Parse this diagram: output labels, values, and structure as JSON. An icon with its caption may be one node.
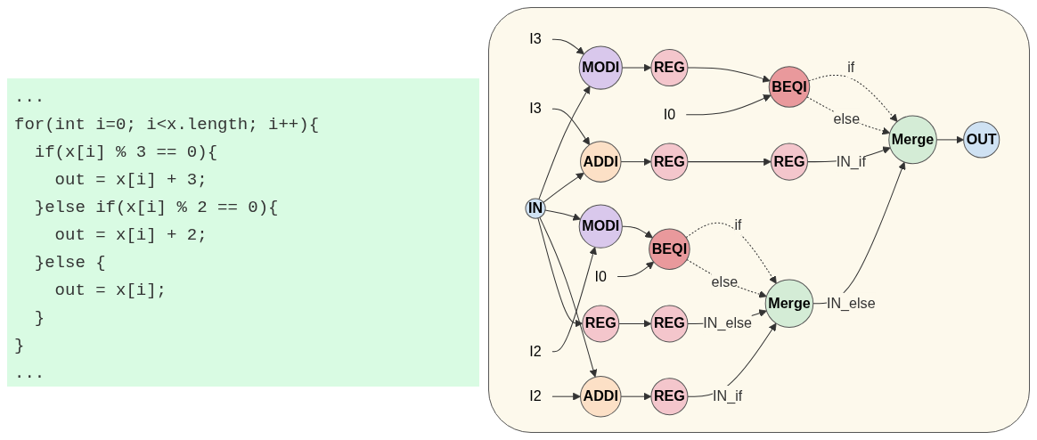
{
  "diagram": {
    "nodes": [
      {
        "text": [
          "IN"
        ]
      },
      {
        "text": [
          "I3"
        ]
      },
      {
        "text": [
          "MODI"
        ]
      },
      {
        "text": [
          "REG"
        ]
      },
      {
        "text": [
          "I0"
        ]
      },
      {
        "text": [
          "BEQI"
        ]
      },
      {
        "text": [
          "I3"
        ]
      },
      {
        "text": [
          "ADDI"
        ]
      },
      {
        "text": [
          "REG"
        ]
      },
      {
        "text": [
          "REG"
        ]
      },
      {
        "text": [
          "Merge"
        ]
      },
      {
        "text": [
          "OUT"
        ]
      },
      {
        "text": [
          "I2"
        ]
      },
      {
        "text": [
          "MODI"
        ]
      },
      {
        "text": [
          "I0"
        ]
      },
      {
        "text": [
          "BEQI"
        ]
      },
      {
        "text": [
          "I2"
        ]
      },
      {
        "text": [
          "ADDI"
        ]
      },
      {
        "text": [
          "REG"
        ]
      },
      {
        "text": [
          "Merge"
        ]
      },
      {
        "text": [
          "REG"
        ]
      },
      {
        "text": [
          "REG"
        ]
      }
    ],
    "edges": [
      {
        "from": 0,
        "to": 2,
        "arrow": "to"
      },
      {
        "from": 0,
        "to": 7,
        "arrow": "to"
      },
      {
        "from": 0,
        "to": 13,
        "arrow": "to"
      },
      {
        "from": 0,
        "to": 17,
        "arrow": "to"
      },
      {
        "from": 0,
        "to": 20,
        "arrow": "to"
      },
      {
        "from": 1,
        "to": 2,
        "arrow": "to"
      },
      {
        "from": 2,
        "to": 3,
        "arrow": "to"
      },
      {
        "from": 3,
        "to": 5,
        "arrow": "to"
      },
      {
        "from": 4,
        "to": 5,
        "arrow": "to"
      },
      {
        "from": 5,
        "to": 10,
        "arrow": "to",
        "label": "if",
        "style": "dashed"
      },
      {
        "from": 5,
        "to": 10,
        "arrow": "to",
        "label": "else",
        "style": "dashed"
      },
      {
        "from": 6,
        "to": 7,
        "arrow": "to"
      },
      {
        "from": 7,
        "to": 8,
        "arrow": "to"
      },
      {
        "from": 8,
        "to": 9,
        "arrow": "to"
      },
      {
        "from": 9,
        "to": 10,
        "arrow": "to",
        "label": "IN_if"
      },
      {
        "from": 10,
        "to": 11,
        "arrow": "to"
      },
      {
        "from": 12,
        "to": 13,
        "arrow": "to"
      },
      {
        "from": 13,
        "to": 15,
        "arrow": "to"
      },
      {
        "from": 14,
        "to": 15,
        "arrow": "to"
      },
      {
        "from": 15,
        "to": 19,
        "arrow": "to",
        "label": "if",
        "style": "dashed"
      },
      {
        "from": 15,
        "to": 19,
        "arrow": "to",
        "label": "else",
        "style": "dashed"
      },
      {
        "from": 16,
        "to": 17,
        "arrow": "to"
      },
      {
        "from": 17,
        "to": 18,
        "arrow": "to"
      },
      {
        "from": 18,
        "to": 19,
        "arrow": "to",
        "label": "IN_if"
      },
      {
        "from": 19,
        "to": 10,
        "arrow": "to",
        "label": "IN_else"
      },
      {
        "from": 20,
        "to": 21,
        "arrow": "to"
      },
      {
        "from": 21,
        "to": 19,
        "arrow": "to",
        "label": "IN_else"
      }
    ],
    "labels": [
      "...",
      "for(int i=0; i<x.length; i++){",
      "if(x[i] % 3 == 0){",
      "out = x[i] + 3;",
      "}else if(x[i] % 2 == 0){",
      "out = x[i] + 2;",
      "}else {",
      "out = x[i];",
      "}",
      "}",
      "..."
    ]
  }
}
